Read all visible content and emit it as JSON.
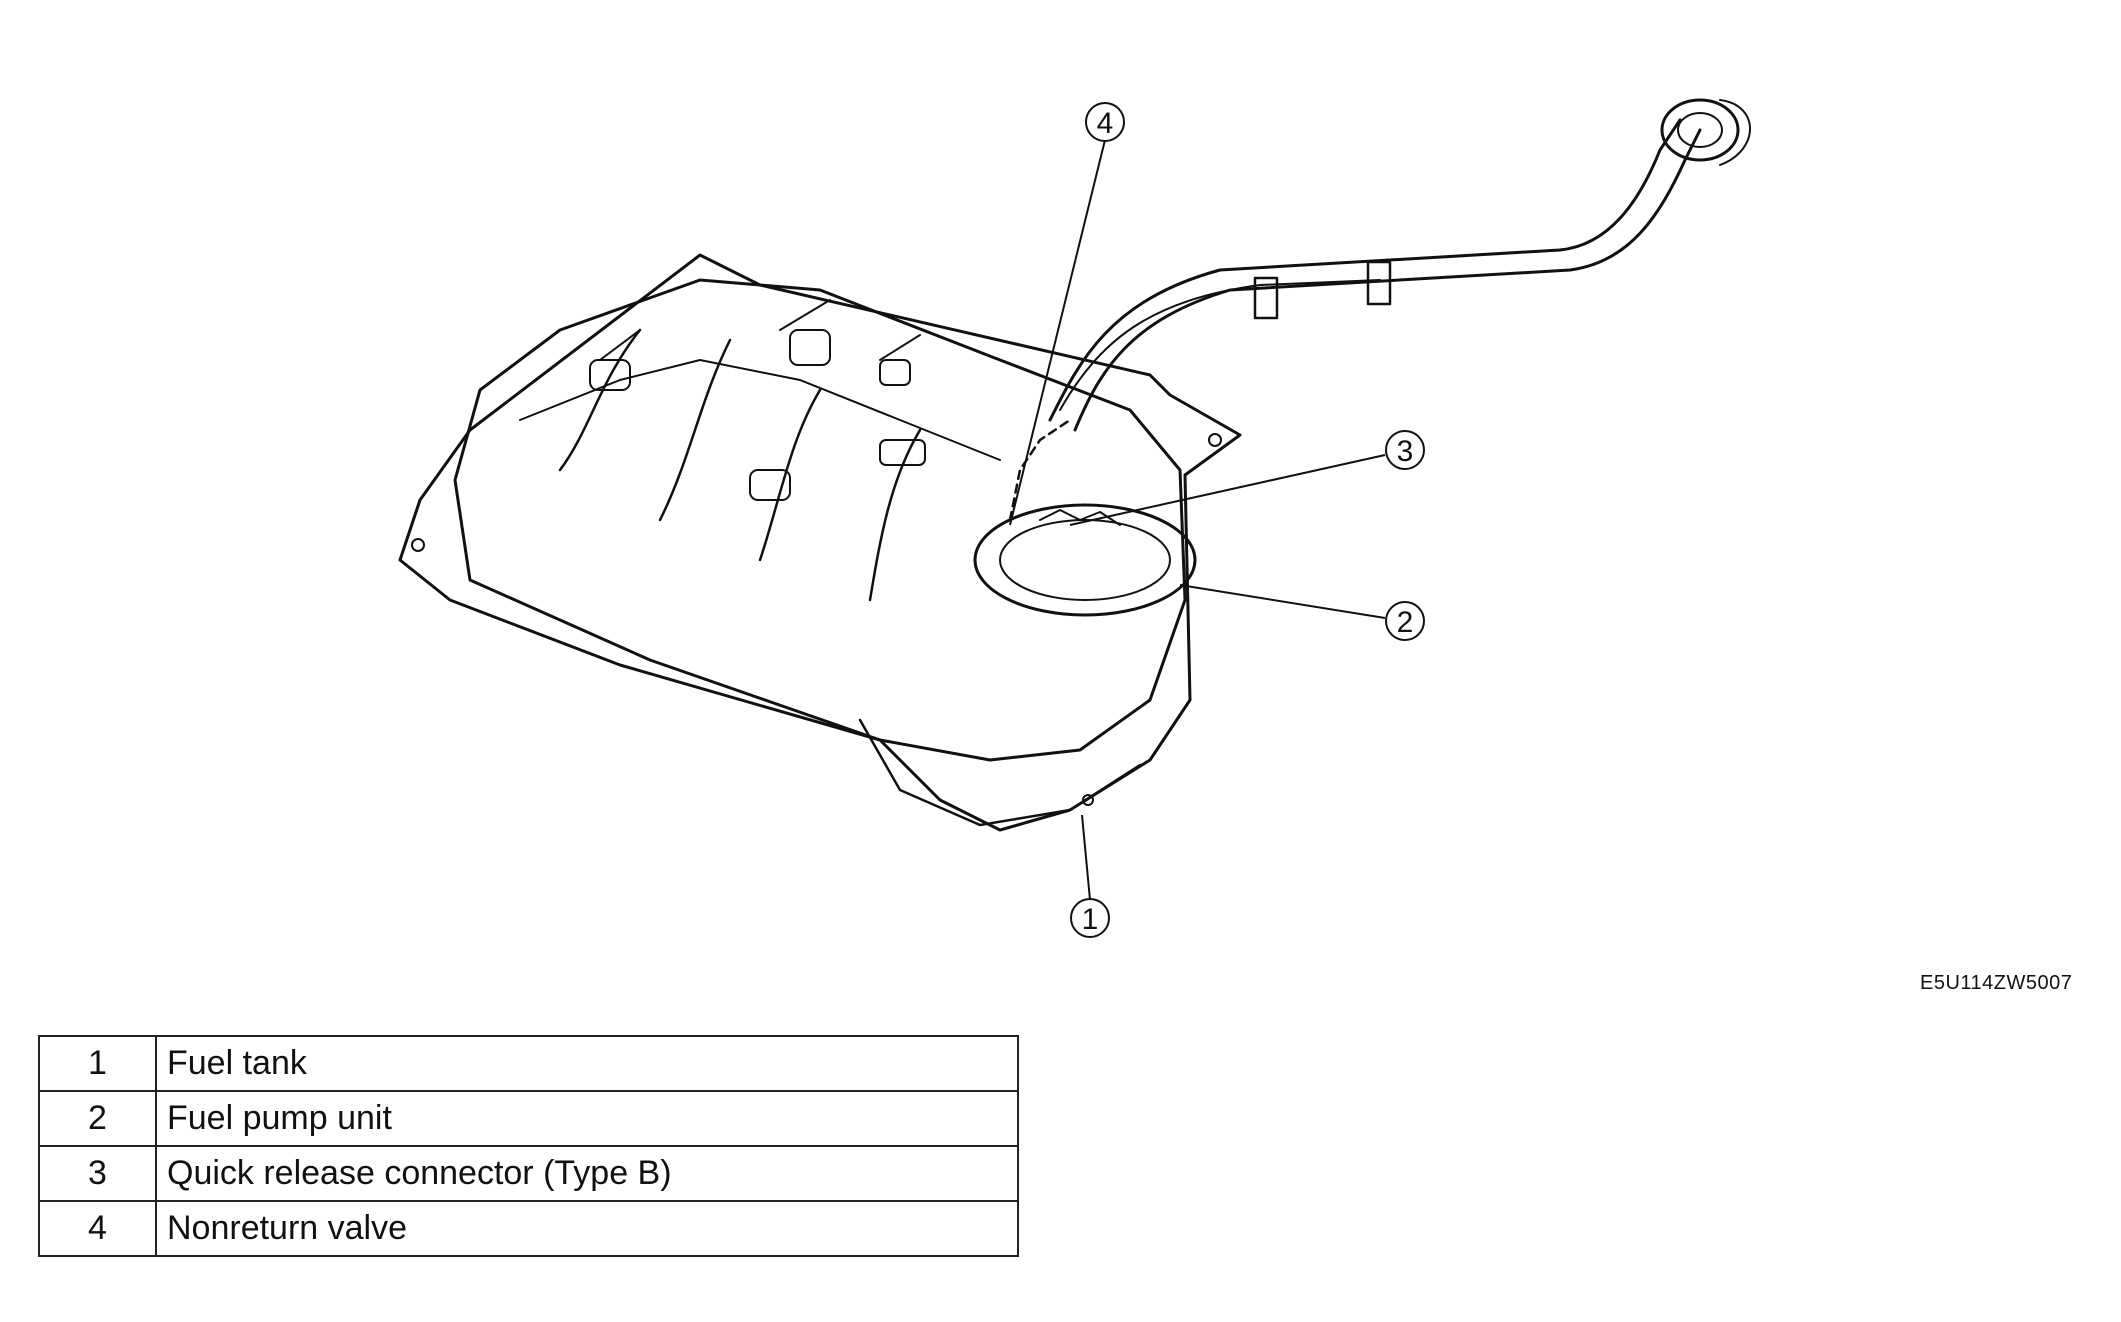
{
  "diagram": {
    "callouts": [
      {
        "id": "1",
        "label": "1"
      },
      {
        "id": "2",
        "label": "2"
      },
      {
        "id": "3",
        "label": "3"
      },
      {
        "id": "4",
        "label": "4"
      }
    ]
  },
  "figure_code": "E5U114ZW5007",
  "legend": {
    "rows": [
      {
        "num": "1",
        "desc": "Fuel tank"
      },
      {
        "num": "2",
        "desc": "Fuel pump unit"
      },
      {
        "num": "3",
        "desc": "Quick release connector (Type B)"
      },
      {
        "num": "4",
        "desc": "Nonreturn valve"
      }
    ]
  }
}
